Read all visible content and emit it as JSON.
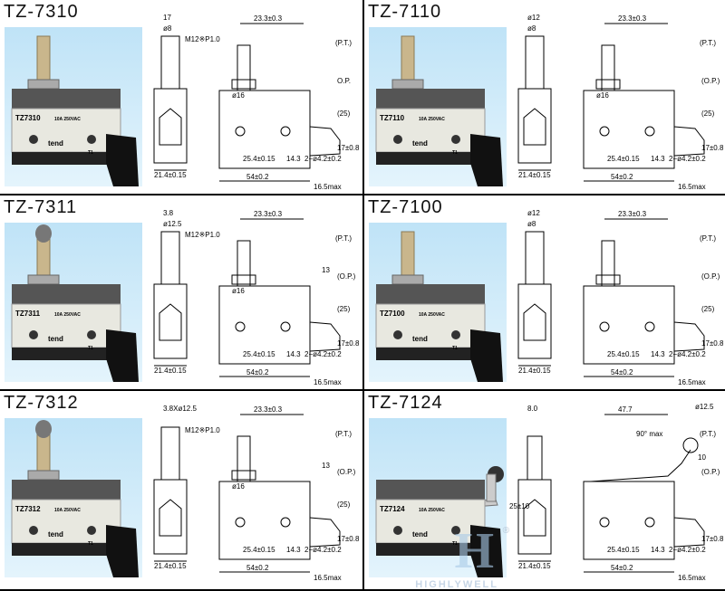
{
  "panels": [
    {
      "model": "TZ-7310",
      "label": "TZ7310",
      "rating": "10A 250VAC",
      "brand": "tend",
      "term": "T1",
      "type": "plunger",
      "dims": {
        "a": "17",
        "b": "ø8",
        "thread": "M12※P1.0",
        "h": "23.3±0.3",
        "pt": "(P.T.)",
        "op": "O.P.",
        "d16": "ø16",
        "d25": "(25)",
        "d17": "17±0.8",
        "w1": "25.4±0.15",
        "w2": "14.3",
        "hole": "2−ø4.2±0.2",
        "side": "21.4±0.15",
        "len": "54±0.2",
        "max": "16.5max"
      }
    },
    {
      "model": "TZ-7110",
      "label": "TZ7110",
      "rating": "10A 250VAC",
      "brand": "tend",
      "term": "T1",
      "type": "plunger-short",
      "dims": {
        "a": "ø12",
        "b": "ø8",
        "h": "23.3±0.3",
        "pt": "(P.T.)",
        "op": "(O.P.)",
        "d16": "ø16",
        "d25": "(25)",
        "d17": "17±0.8",
        "w1": "25.4±0.15",
        "w2": "14.3",
        "hole": "2−ø4.2±0.2",
        "side": "21.4±0.15",
        "len": "54±0.2",
        "max": "16.5max"
      }
    },
    {
      "model": "TZ-7311",
      "label": "TZ7311",
      "rating": "10A 250VAC",
      "brand": "tend",
      "term": "T1",
      "type": "roller",
      "dims": {
        "a": "3.8",
        "b": "ø12.5",
        "thread": "M12※P1.0",
        "h": "23.3±0.3",
        "pt": "(P.T.)",
        "op": "(O.P.)",
        "v13": "13",
        "d16": "ø16",
        "d25": "(25)",
        "d17": "17±0.8",
        "w1": "25.4±0.15",
        "w2": "14.3",
        "hole": "2−ø4.2±0.2",
        "side": "21.4±0.15",
        "len": "54±0.2",
        "max": "16.5max"
      }
    },
    {
      "model": "TZ-7100",
      "label": "TZ7100",
      "rating": "10A 250VAC",
      "brand": "tend",
      "term": "T1",
      "type": "button",
      "dims": {
        "a": "ø12",
        "b": "ø8",
        "h": "23.3±0.3",
        "pt": "(P.T.)",
        "op": "(O.P.)",
        "d25": "(25)",
        "d17": "17±0.8",
        "w1": "25.4±0.15",
        "w2": "14.3",
        "hole": "2−ø4.2±0.2",
        "side": "21.4±0.15",
        "len": "54±0.2",
        "max": "16.5max"
      }
    },
    {
      "model": "TZ-7312",
      "label": "TZ7312",
      "rating": "10A 250VAC",
      "brand": "tend",
      "term": "T1",
      "type": "roller-cross",
      "dims": {
        "a": "3.8Xø12.5",
        "thread": "M12※P1.0",
        "h": "23.3±0.3",
        "pt": "(P.T.)",
        "op": "(O.P.)",
        "v13": "13",
        "d16": "ø16",
        "d25": "(25)",
        "d17": "17±0.8",
        "w1": "25.4±0.15",
        "w2": "14.3",
        "hole": "2−ø4.2±0.2",
        "side": "21.4±0.15",
        "len": "54±0.2",
        "max": "16.5max"
      }
    },
    {
      "model": "TZ-7124",
      "label": "TZ7124",
      "rating": "10A 250VAC",
      "brand": "tend",
      "term": "T1",
      "type": "lever",
      "dims": {
        "a": "8.0",
        "h": "47.7",
        "r": "ø12.5",
        "ang": "90° max",
        "pt": "(P.T.)",
        "op": "(O.P.)",
        "v10": "10",
        "s25": "25±10",
        "d17": "17±0.8",
        "w1": "25.4±0.15",
        "w2": "14.3",
        "hole": "2−ø4.2±0.2",
        "side": "21.4±0.15",
        "len": "54±0.2",
        "max": "16.5max"
      }
    }
  ],
  "watermark": {
    "mark": "H",
    "text": "HIGHLYWELL",
    "reg": "®"
  }
}
